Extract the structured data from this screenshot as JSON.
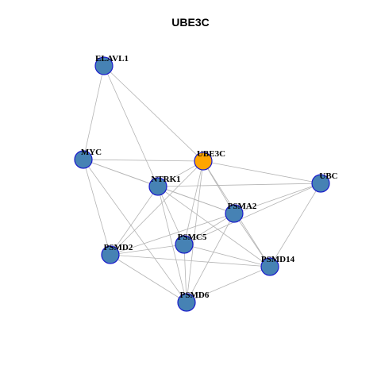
{
  "title": "UBE3C",
  "colors": {
    "node": "#4682b4",
    "highlight": "#ffa500",
    "node_border": "#1a1acc",
    "edge": "#b4b4b4"
  },
  "nodes": [
    {
      "id": "ELAVL1",
      "label": "ELAVL1"
    },
    {
      "id": "MYC",
      "label": "MYC"
    },
    {
      "id": "UBE3C",
      "label": "UBE3C",
      "highlight": true
    },
    {
      "id": "NTRK1",
      "label": "NTRK1"
    },
    {
      "id": "UBC",
      "label": "UBC"
    },
    {
      "id": "PSMA2",
      "label": "PSMA2"
    },
    {
      "id": "PSMC5",
      "label": "PSMC5"
    },
    {
      "id": "PSMD2",
      "label": "PSMD2"
    },
    {
      "id": "PSMD14",
      "label": "PSMD14"
    },
    {
      "id": "PSMD6",
      "label": "PSMD6"
    }
  ],
  "edges": [
    [
      "ELAVL1",
      "MYC"
    ],
    [
      "ELAVL1",
      "UBE3C"
    ],
    [
      "ELAVL1",
      "NTRK1"
    ],
    [
      "MYC",
      "UBE3C"
    ],
    [
      "MYC",
      "NTRK1"
    ],
    [
      "MYC",
      "PSMD2"
    ],
    [
      "MYC",
      "PSMA2"
    ],
    [
      "MYC",
      "PSMD6"
    ],
    [
      "UBE3C",
      "NTRK1"
    ],
    [
      "UBE3C",
      "UBC"
    ],
    [
      "UBE3C",
      "PSMA2"
    ],
    [
      "UBE3C",
      "PSMC5"
    ],
    [
      "UBE3C",
      "PSMD2"
    ],
    [
      "UBE3C",
      "PSMD14"
    ],
    [
      "UBE3C",
      "PSMD6"
    ],
    [
      "NTRK1",
      "PSMA2"
    ],
    [
      "NTRK1",
      "PSMC5"
    ],
    [
      "NTRK1",
      "PSMD2"
    ],
    [
      "NTRK1",
      "PSMD14"
    ],
    [
      "NTRK1",
      "PSMD6"
    ],
    [
      "NTRK1",
      "UBC"
    ],
    [
      "UBC",
      "PSMA2"
    ],
    [
      "UBC",
      "PSMC5"
    ],
    [
      "UBC",
      "PSMD14"
    ],
    [
      "PSMA2",
      "PSMC5"
    ],
    [
      "PSMA2",
      "PSMD2"
    ],
    [
      "PSMA2",
      "PSMD14"
    ],
    [
      "PSMA2",
      "PSMD6"
    ],
    [
      "PSMC5",
      "PSMD2"
    ],
    [
      "PSMC5",
      "PSMD14"
    ],
    [
      "PSMC5",
      "PSMD6"
    ],
    [
      "PSMD2",
      "PSMD14"
    ],
    [
      "PSMD2",
      "PSMD6"
    ],
    [
      "PSMD14",
      "PSMD6"
    ]
  ]
}
